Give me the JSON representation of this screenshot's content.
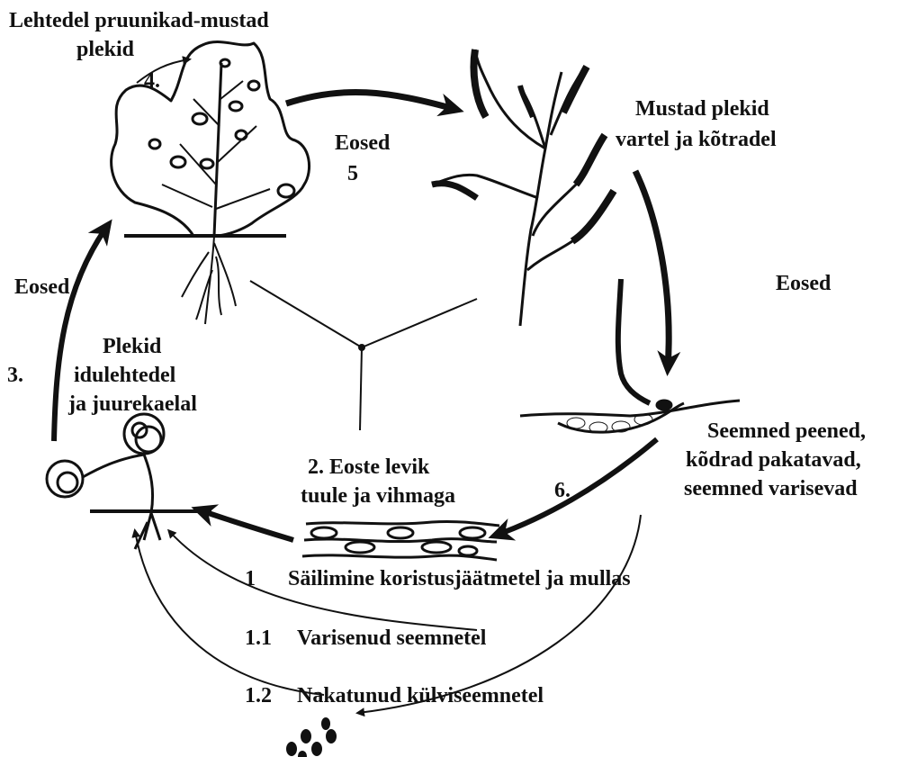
{
  "diagram": {
    "labels": {
      "top_left_title_1": "Lehtedel pruunikad-mustad",
      "top_left_title_2": "plekid",
      "step4": "4.",
      "eosed_top": "Eosed",
      "step5": "5",
      "black_spots_1": "Mustad plekid",
      "black_spots_2": "vartel ja kõtradel",
      "eosed_right": "Eosed",
      "eosed_left": "Eosed",
      "step3": "3.",
      "cotyledon_1": "Plekid",
      "cotyledon_2": "idulehtedel",
      "cotyledon_3": "ja juurekaelal",
      "spread_1": "2. Eoste levik",
      "spread_2": "tuule ja vihmaga",
      "seeds_1": "Seemned peened,",
      "seeds_2": "kõdrad pakatavad,",
      "seeds_3": "seemned varisevad",
      "step6": "6.",
      "survival_num": "1",
      "survival_text": "Säilimine koristusjäätmetel ja mullas",
      "fallen_num": "1.1",
      "fallen_text": "Varisenud seemnetel",
      "sown_num": "1.2",
      "sown_text": "Nakatunud külviseemnetel"
    },
    "ink_color": "#111111"
  }
}
